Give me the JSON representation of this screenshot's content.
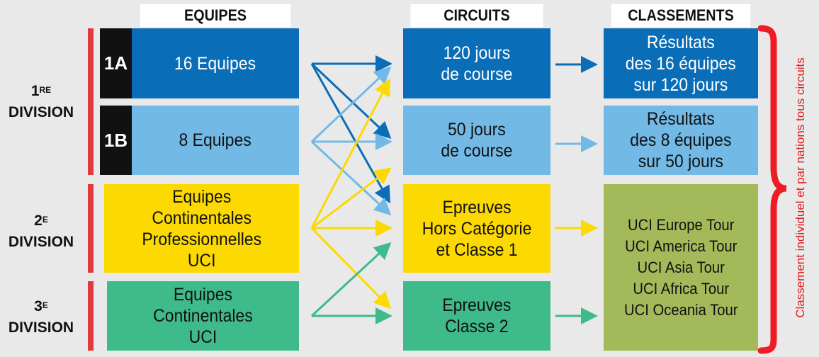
{
  "headers": {
    "equipes": "EQUIPES",
    "circuits": "CIRCUITS",
    "classements": "CLASSEMENTS"
  },
  "divisions": {
    "d1": {
      "num": "1",
      "sup": "RE",
      "label": "DIVISION"
    },
    "d2": {
      "num": "2",
      "sup": "E",
      "label": "DIVISION"
    },
    "d3": {
      "num": "3",
      "sup": "E",
      "label": "DIVISION"
    }
  },
  "teams": {
    "t1a_tag": "1A",
    "t1a": "16 Equipes",
    "t1b_tag": "1B",
    "t1b": "8 Equipes",
    "t2": "Equipes\nContinentales\nProfessionnelles\nUCI",
    "t3": "Equipes\nContinentales\nUCI"
  },
  "circuits": {
    "c1": "120 jours\nde course",
    "c2": "50 jours\nde course",
    "c3": "Epreuves\nHors Catégorie\net Classe 1",
    "c4": "Epreuves\nClasse 2"
  },
  "classements": {
    "r1": "Résultats\ndes 16 équipes\nsur 120 jours",
    "r2": "Résultats\ndes 8 équipes\nsur 50 jours",
    "r3": "UCI Europe Tour\nUCI America Tour\nUCI Asia Tour\nUCI Africa Tour\nUCI Oceania Tour"
  },
  "side_label": "Classement individuel et par nations tous circuits",
  "colors": {
    "dark_blue": "#0a6db7",
    "light_blue": "#72b9e6",
    "yellow": "#fcd900",
    "green": "#3fba8a",
    "olive": "#a4b95a",
    "red": "#e03a3e",
    "brace": "#ee1c25"
  }
}
